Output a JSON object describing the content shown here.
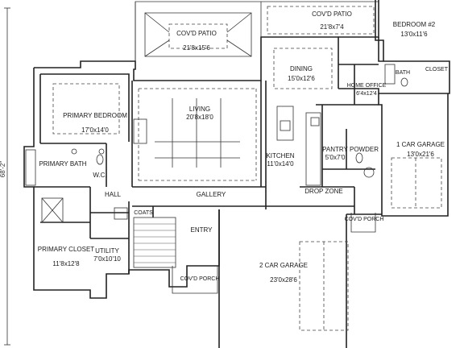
{
  "overall_dimension": "68'-2\"",
  "rooms": {
    "covd_patio_left": {
      "name": "COV'D PATIO",
      "size": "21'8x15'6"
    },
    "covd_patio_right": {
      "name": "COV'D PATIO",
      "size": "21'8x7'4"
    },
    "bedroom_2": {
      "name": "BEDROOM #2",
      "size": "13'0x11'6"
    },
    "bath": {
      "name": "BATH"
    },
    "closet": {
      "name": "CLOSET"
    },
    "dining": {
      "name": "DINING",
      "size": "15'0x12'6"
    },
    "home_office": {
      "name": "HOME OFFICE",
      "size": "6'4x12'4"
    },
    "primary_bedroom": {
      "name": "PRIMARY BEDROOM",
      "size": "17'0x14'0"
    },
    "living": {
      "name": "LIVING",
      "size": "20'8x18'0"
    },
    "pantry": {
      "name": "PANTRY",
      "size": "5'0x7'0"
    },
    "powder": {
      "name": "POWDER"
    },
    "garage_1": {
      "name": "1 CAR GARAGE",
      "size": "13'0x21'6"
    },
    "primary_bath": {
      "name": "PRIMARY BATH"
    },
    "wic": {
      "name": "W.C."
    },
    "kitchen": {
      "name": "KITCHEN",
      "size": "11'0x14'0"
    },
    "hall": {
      "name": "HALL"
    },
    "gallery": {
      "name": "GALLERY"
    },
    "drop_zone": {
      "name": "DROP ZONE"
    },
    "coats": {
      "name": "COATS"
    },
    "covd_porch_right": {
      "name": "COV'D PORCH"
    },
    "entry": {
      "name": "ENTRY"
    },
    "primary_closet": {
      "name": "PRIMARY CLOSET",
      "size": "11'8x12'8"
    },
    "utility": {
      "name": "UTILITY",
      "size": "7'0x10'10"
    },
    "covd_porch_front": {
      "name": "COV'D PORCH"
    },
    "garage_2": {
      "name": "2 CAR GARAGE",
      "size": "23'0x28'6"
    }
  }
}
